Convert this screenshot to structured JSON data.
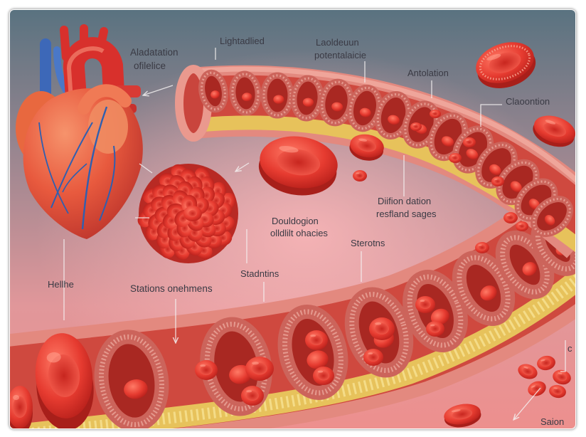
{
  "labels": {
    "top_left": {
      "line1": "Aladatation",
      "line2": "ofilelice"
    },
    "top_center": "Lightadlied",
    "top_center_right": {
      "line1": "Laoldeuun",
      "line2": "potentalaicie"
    },
    "upper_right": "Antolation",
    "far_right": "Claoontion",
    "middle_right": {
      "line1": "Diifion dation",
      "line2": "resfland sages"
    },
    "center": {
      "line1": "Douldogion",
      "line2": "olldlilt ohacies"
    },
    "center_right": "Sterotns",
    "center_low": "Stadntins",
    "left": "Hellhe",
    "left_center": "Stations onehmens",
    "bottom_right": "Saion",
    "right_edge_fragment": "c"
  },
  "colors": {
    "aorta": "#d8302c",
    "vena_cava": "#3d68b8",
    "vessel_wall": "#e3897f",
    "vessel_lumen": "#cf493f",
    "plaque": "#e7c25b"
  }
}
